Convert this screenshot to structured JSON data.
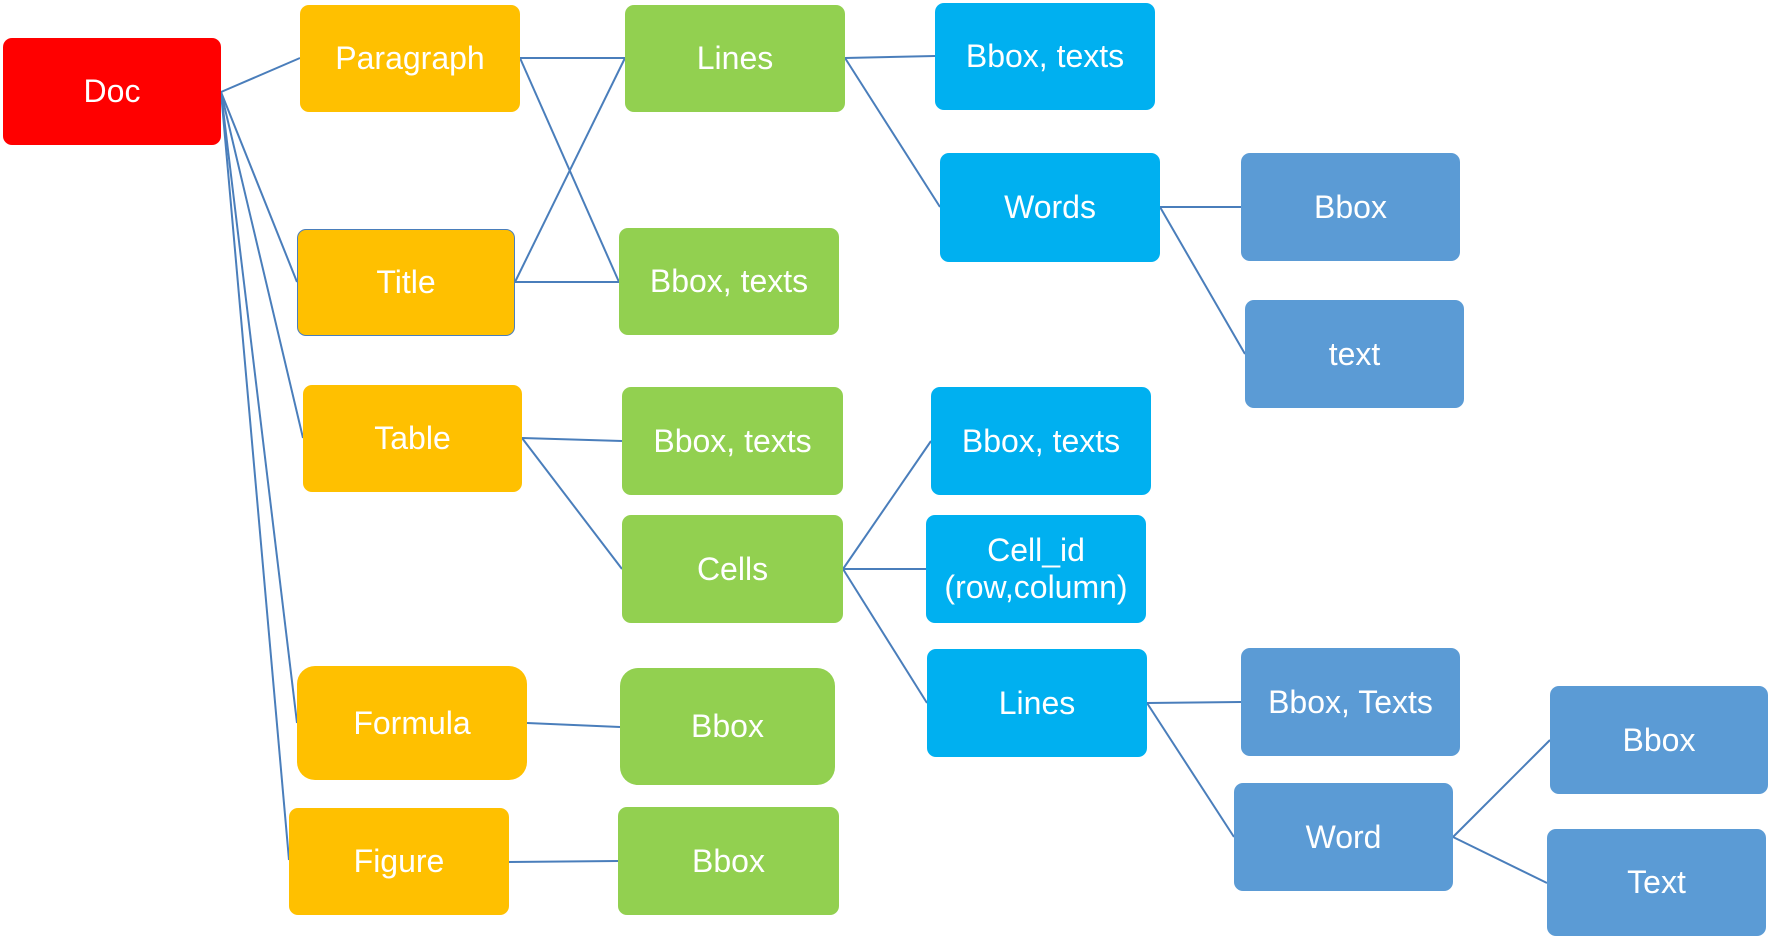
{
  "colors": {
    "root": "#ff0000",
    "level1": "#ffc000",
    "level2": "#92d050",
    "level3": "#00b0f0",
    "level4": "#5b9bd5",
    "edge": "#4a7ebb",
    "text": "#ffffff"
  },
  "nodes": {
    "doc": "Doc",
    "paragraph": "Paragraph",
    "title": "Title",
    "table": "Table",
    "formula": "Formula",
    "figure": "Figure",
    "lines_top": "Lines",
    "bbox_texts_title": "Bbox, texts",
    "bbox_texts_table": "Bbox, texts",
    "cells": "Cells",
    "bbox_formula": "Bbox",
    "bbox_figure": "Bbox",
    "bbox_texts_lines": "Bbox, texts",
    "words": "Words",
    "bbox_words": "Bbox",
    "text_words": "text",
    "bbox_texts_cells": "Bbox, texts",
    "cell_id": "Cell_id\n(row,column)",
    "lines_cells": "Lines",
    "bbox_texts_cap": "Bbox, Texts",
    "word": "Word",
    "bbox_word": "Bbox",
    "text_word": "Text"
  }
}
